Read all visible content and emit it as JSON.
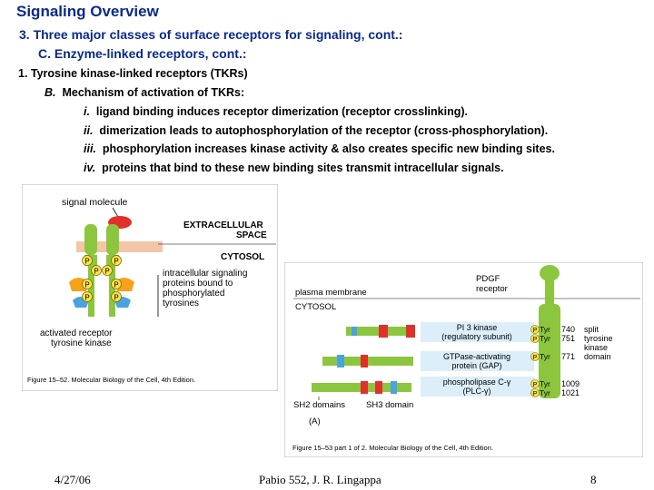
{
  "slide": {
    "title": "Signaling Overview",
    "heading3": "3.  Three major classes of  surface receptors for signaling, cont.:",
    "headingC": "C.  Enzyme-linked receptors, cont.:",
    "item1": "1.  Tyrosine kinase-linked receptors (TKRs)",
    "itemB_num": "B.",
    "itemB_text": "Mechanism of activation of TKRs:",
    "sub": [
      {
        "num": "i.",
        "text": "ligand binding induces receptor dimerization (receptor crosslinking)."
      },
      {
        "num": "ii.",
        "text": "dimerization leads to autophosphorylation of the receptor (cross-phosphorylation)."
      },
      {
        "num": "iii.",
        "text": "phosphorylation increases kinase activity & also creates specific new binding sites."
      },
      {
        "num": "iv.",
        "text": "proteins that bind to these new binding sites transmit intracellular signals."
      }
    ]
  },
  "figure1": {
    "signal_molecule": "signal molecule",
    "extracellular_1": "EXTRACELLULAR",
    "extracellular_2": "SPACE",
    "cytosol": "CYTOSOL",
    "proteins_1": "intracellular signaling",
    "proteins_2": "proteins bound to",
    "proteins_3": "phosphorylated",
    "proteins_4": "tyrosines",
    "activated_1": "activated receptor",
    "activated_2": "tyrosine kinase",
    "p_label": "P",
    "caption": "Figure 15–52. Molecular Biology of the Cell, 4th Edition."
  },
  "figure2": {
    "pdgf_1": "PDGF",
    "pdgf_2": "receptor",
    "plasma_membrane": "plasma membrane",
    "cytosol": "CYTOSOL",
    "pi3k_1": "PI 3 kinase",
    "pi3k_2": "(regulatory subunit)",
    "gap_1": "GTPase-activating",
    "gap_2": "protein (GAP)",
    "plc_1": "phospholipase C-γ",
    "plc_2": "(PLC-γ)",
    "tyr": "Tyr",
    "p_label": "P",
    "n740": "740",
    "n751": "751",
    "n771": "771",
    "n1009": "1009",
    "n1021": "1021",
    "split_1": "split",
    "split_2": "tyrosine",
    "split_3": "kinase",
    "split_4": "domain",
    "sh2": "SH2 domains",
    "sh3": "SH3 domain",
    "panel": "(A)",
    "caption": "Figure 15–53 part 1 of 2. Molecular Biology of the Cell, 4th Edition."
  },
  "footer": {
    "date": "4/27/06",
    "course": "Pabio 552,  J. R. Lingappa",
    "page": "8"
  },
  "colors": {
    "title": "#0a2a8a",
    "receptor_green": "#8cc63f",
    "ligand_red": "#e0302a",
    "phospho_yellow": "#ffe14a",
    "domain_blue": "#4aa3df",
    "protein_orange": "#f7a21b"
  }
}
